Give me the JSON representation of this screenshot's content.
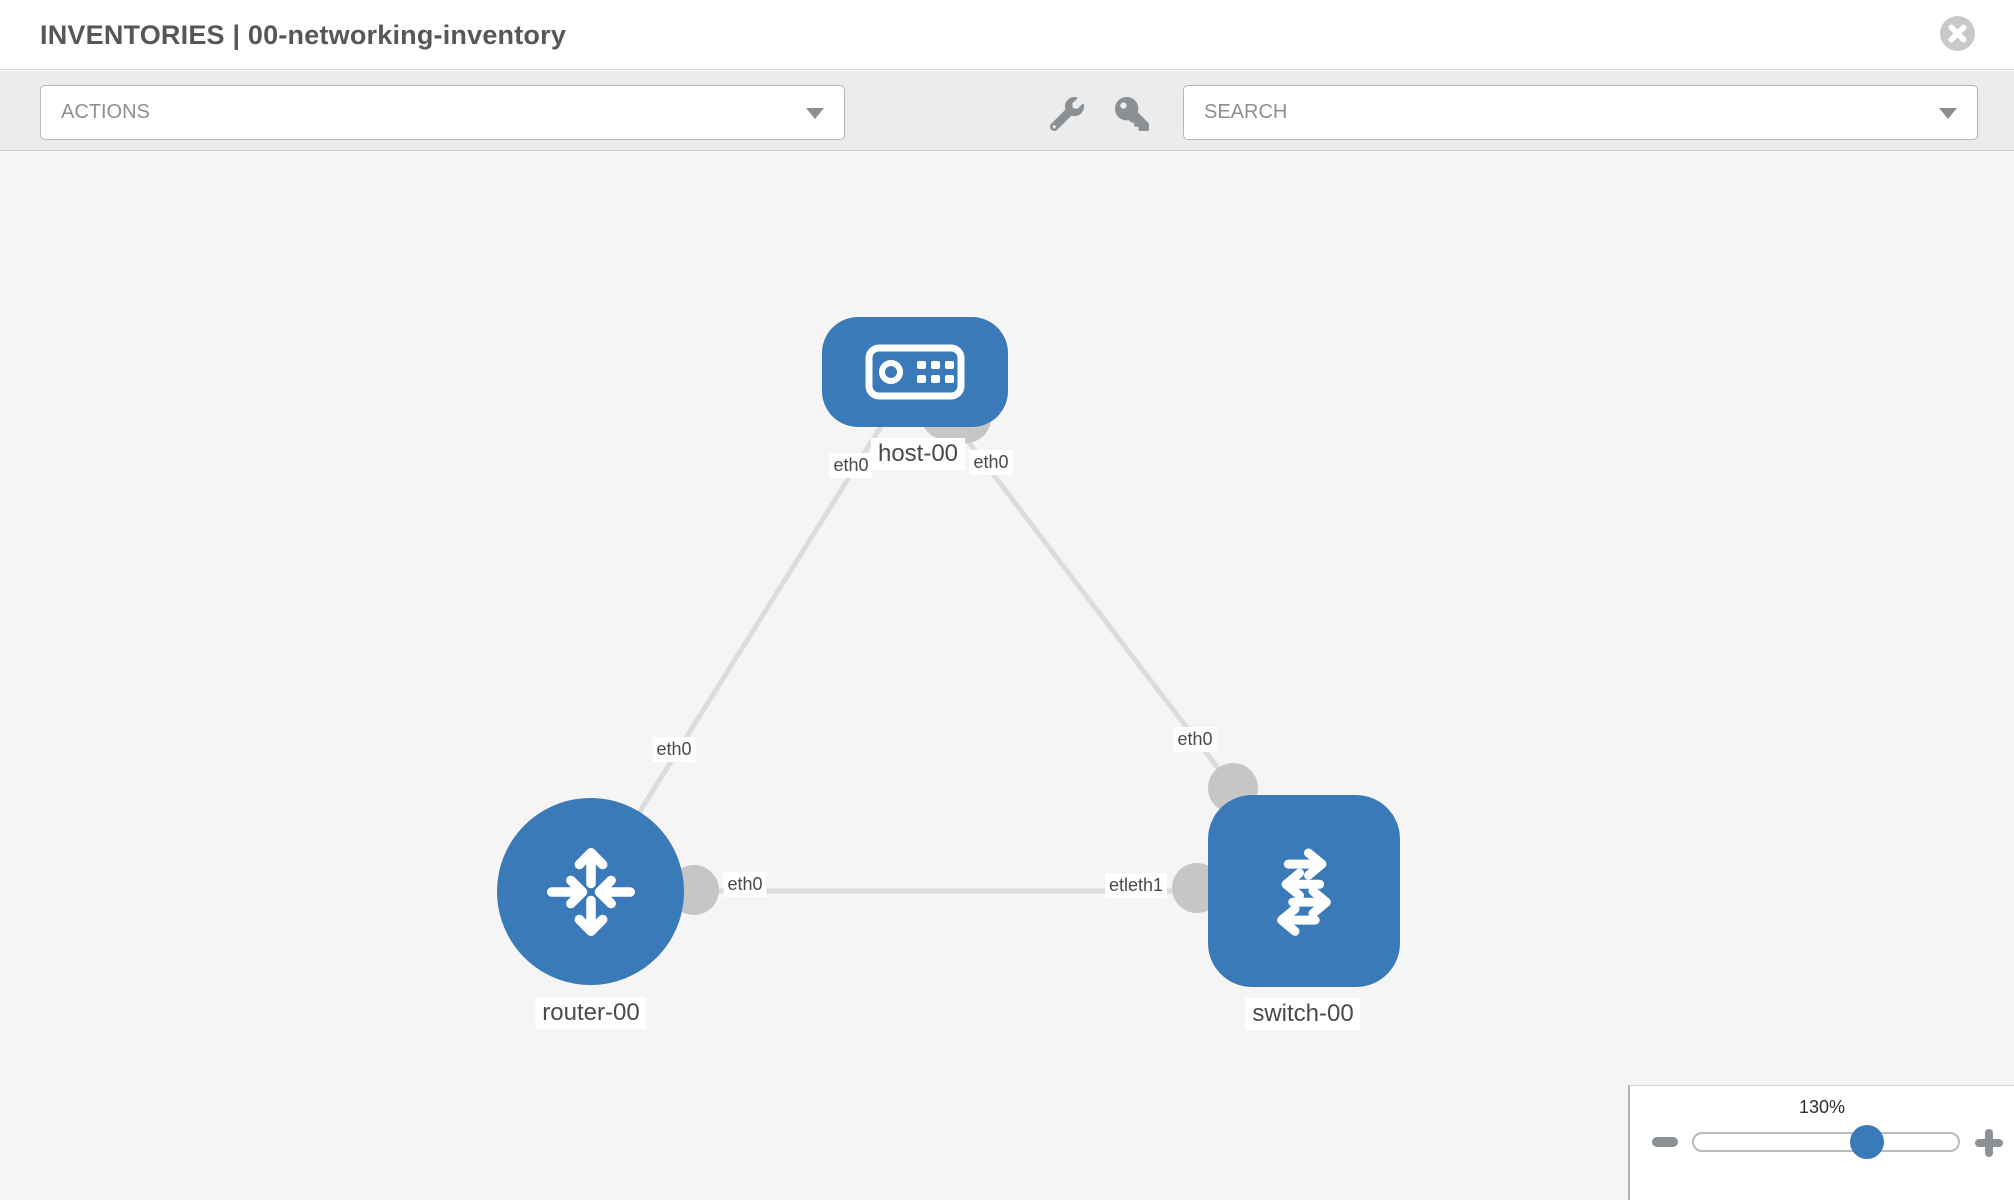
{
  "header": {
    "title": "INVENTORIES | 00-networking-inventory"
  },
  "toolbar": {
    "actions_label": "ACTIONS",
    "search_placeholder": "SEARCH"
  },
  "icons": {
    "close": "circle-x-icon",
    "wrench": "wrench-icon",
    "key": "key-icon",
    "chevron": "chevron-down-icon",
    "zoom_out": "minus-icon",
    "zoom_in": "plus-icon"
  },
  "diagram": {
    "nodes": [
      {
        "id": "host-00",
        "type": "host",
        "label": "host-00"
      },
      {
        "id": "router-00",
        "type": "router",
        "label": "router-00"
      },
      {
        "id": "switch-00",
        "type": "switch",
        "label": "switch-00"
      }
    ],
    "links": [
      {
        "from": "host-00",
        "to": "router-00",
        "from_label": "eth0",
        "to_label": "eth0"
      },
      {
        "from": "host-00",
        "to": "switch-00",
        "from_label": "eth0",
        "to_label": "eth0"
      },
      {
        "from": "router-00",
        "to": "switch-00",
        "from_label": "eth0",
        "to_label": "etleth1"
      }
    ],
    "interface_labels": {
      "host_to_router": "eth0",
      "host_to_switch": "eth0",
      "router_to_host": "eth0",
      "switch_to_host": "eth0",
      "router_to_switch": "eth0",
      "switch_to_router": "etleth1"
    }
  },
  "zoom_control": {
    "level": "130%"
  },
  "colors": {
    "node_blue": "#3a7ab9",
    "link_gray": "#dcdcdc",
    "port_dot_gray": "#c6c6c6",
    "toolbar_bg": "#ececec",
    "canvas_bg": "#f5f5f5"
  }
}
